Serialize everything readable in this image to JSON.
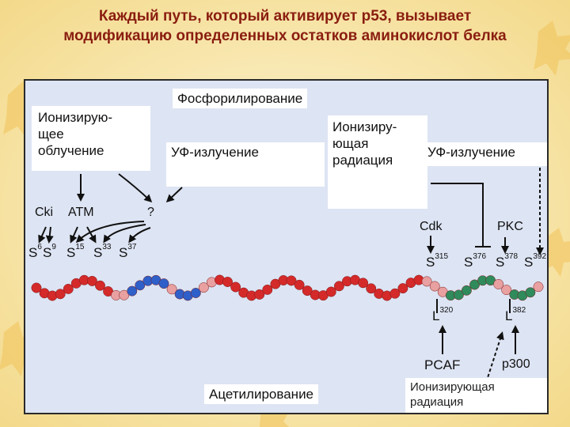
{
  "slide": {
    "title_line1": "Каждый путь, который активирует p53, вызывает",
    "title_line2": "модификацию определенных остатков аминокислот белка"
  },
  "diagram": {
    "phosphorylation_label": "Фосфорилирование",
    "acetylation_label": "Ацетилирование",
    "stimuli": {
      "ionizing_irradiation": [
        "Ионизирую-",
        "щее",
        "облучение"
      ],
      "uv_left": "УФ-излучение",
      "ionizing_radiation_mid": [
        "Ионизиру-",
        "ющая",
        "радиация"
      ],
      "uv_right": "УФ-излучение",
      "ionizing_radiation_bottom": [
        "Ионизирующая",
        "радиация"
      ]
    },
    "kinases": {
      "cki": "Cki",
      "atm": "ATM",
      "unknown": "?",
      "cdk": "Cdk",
      "pkc": "PKC",
      "pcaf": "PCAF",
      "p300": "p300"
    },
    "serine_sites": [
      {
        "letter": "S",
        "num": "6"
      },
      {
        "letter": "S",
        "num": "9"
      },
      {
        "letter": "S",
        "num": "15"
      },
      {
        "letter": "S",
        "num": "33"
      },
      {
        "letter": "S",
        "num": "37"
      },
      {
        "letter": "S",
        "num": "315"
      },
      {
        "letter": "S",
        "num": "376"
      },
      {
        "letter": "S",
        "num": "378"
      },
      {
        "letter": "S",
        "num": "392"
      }
    ],
    "lysine_sites": [
      {
        "letter": "L",
        "num": "320"
      },
      {
        "letter": "L",
        "num": "382"
      }
    ],
    "colors": {
      "chain_red": "#d42a2a",
      "chain_blue": "#2f5fc9",
      "chain_pink": "#e8a0a0",
      "chain_green": "#2f8a5c",
      "title_red": "#8a1d10",
      "panel_bg": "#dde4f3"
    }
  }
}
